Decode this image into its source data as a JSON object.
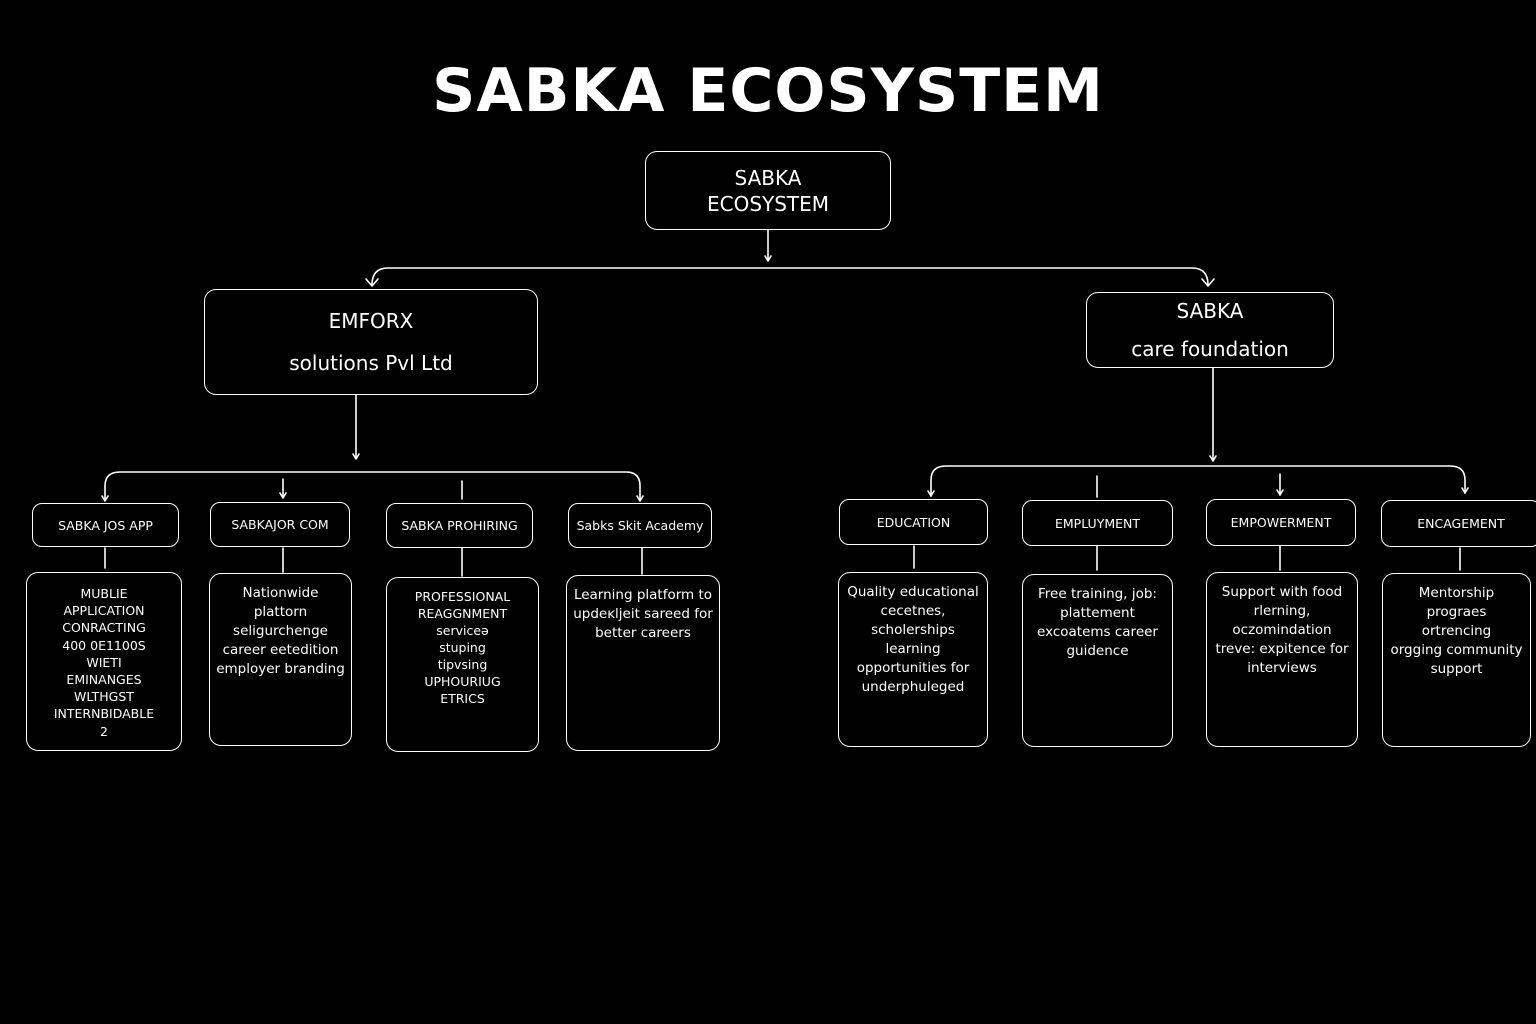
{
  "title": "SABKA ECOSYSTEM",
  "root": {
    "lines": [
      "SABKA",
      "ECOSYSTEM"
    ]
  },
  "left_org": {
    "lines": [
      "EMFORX",
      "solutions Pvl Ltd"
    ]
  },
  "right_org": {
    "lines": [
      "SABKA",
      "care foundation"
    ]
  },
  "left_items": [
    {
      "label": "SABKA JOS APP",
      "desc": [
        "MUBLIE",
        "APPLICATION",
        "CONRACTING",
        "400 0E1100S",
        "WIETI",
        "EMINANGES",
        "WLTHGST",
        "INTERNBIDABLE",
        "2"
      ]
    },
    {
      "label": "SABKAJOR COM",
      "desc": [
        "Nationwide plattorn",
        "seligurchenge",
        "career eetedition",
        "employer branding"
      ]
    },
    {
      "label": "SABKA PROHIRING",
      "desc": [
        "PROFESSIONAL",
        "REAGGNMENT",
        "serviceə",
        "stuping",
        "tipvsing",
        "UPHOURIUG",
        "ETRICS"
      ]
    },
    {
      "label": "Sabks Skit Academy",
      "desc": [
        "Learning platform to",
        "updeĸljeit sareed for",
        "better careers"
      ]
    }
  ],
  "right_items": [
    {
      "label": "EDUCATION",
      "desc": [
        "Quality educational",
        "cecetnes,",
        "scholerships",
        "learning",
        "opportunities for",
        "underphuleged"
      ]
    },
    {
      "label": "EMPLUYMENT",
      "desc": [
        "Free training, job:",
        "plattement",
        "excoatems career",
        "guidence"
      ]
    },
    {
      "label": "EMPOWERMENT",
      "desc": [
        "Support with food",
        "rlerning,",
        "oczomindation",
        "treve: expitence for",
        "interviews"
      ]
    },
    {
      "label": "ENCAGEMENT",
      "desc": [
        "Mentorship",
        "prograes",
        "ortrencing",
        "orgging community",
        "support"
      ]
    }
  ]
}
